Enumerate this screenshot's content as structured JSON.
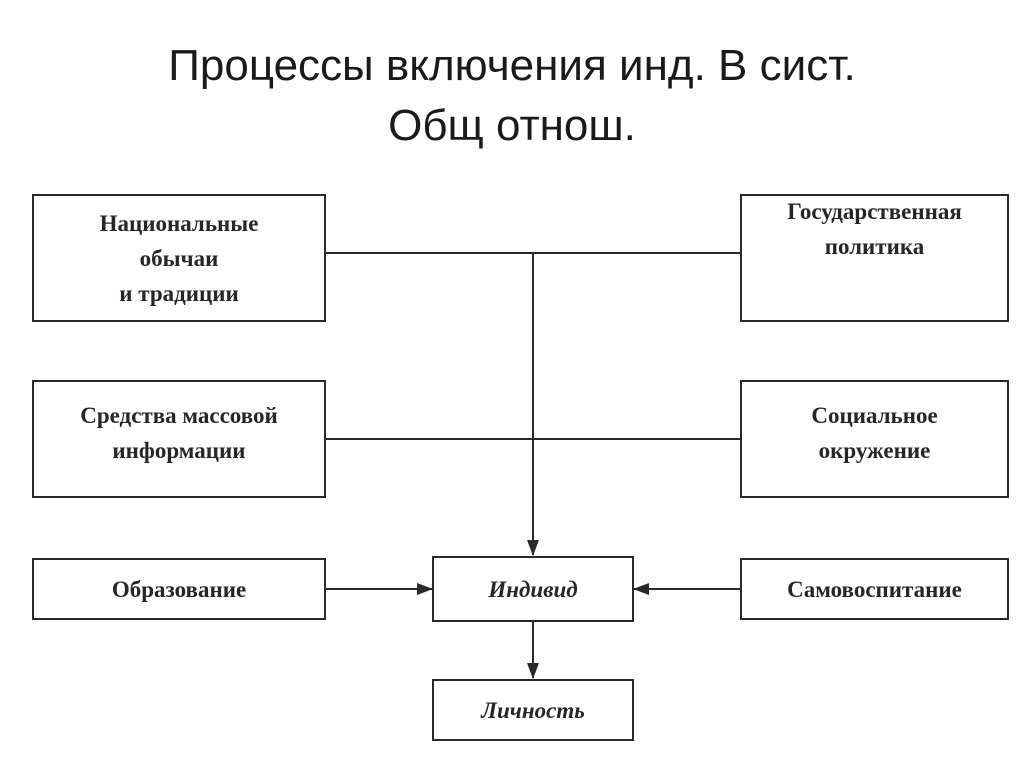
{
  "title": {
    "line1": "Процессы включения инд. В сист.",
    "line2": "Общ отнош."
  },
  "boxes": {
    "national_customs": "Национальные\nобычаи\nи традиции",
    "state_policy": "Государственная\nполитика",
    "mass_media": "Средства массовой\nинформации",
    "social_environment": "Социальное\nокружение",
    "education": "Образование",
    "individual": "Индивид",
    "self_education": "Самовоспитание",
    "personality": "Личность"
  },
  "colors": {
    "line": "#2a2a2a",
    "text": "#262626",
    "background": "#ffffff"
  }
}
